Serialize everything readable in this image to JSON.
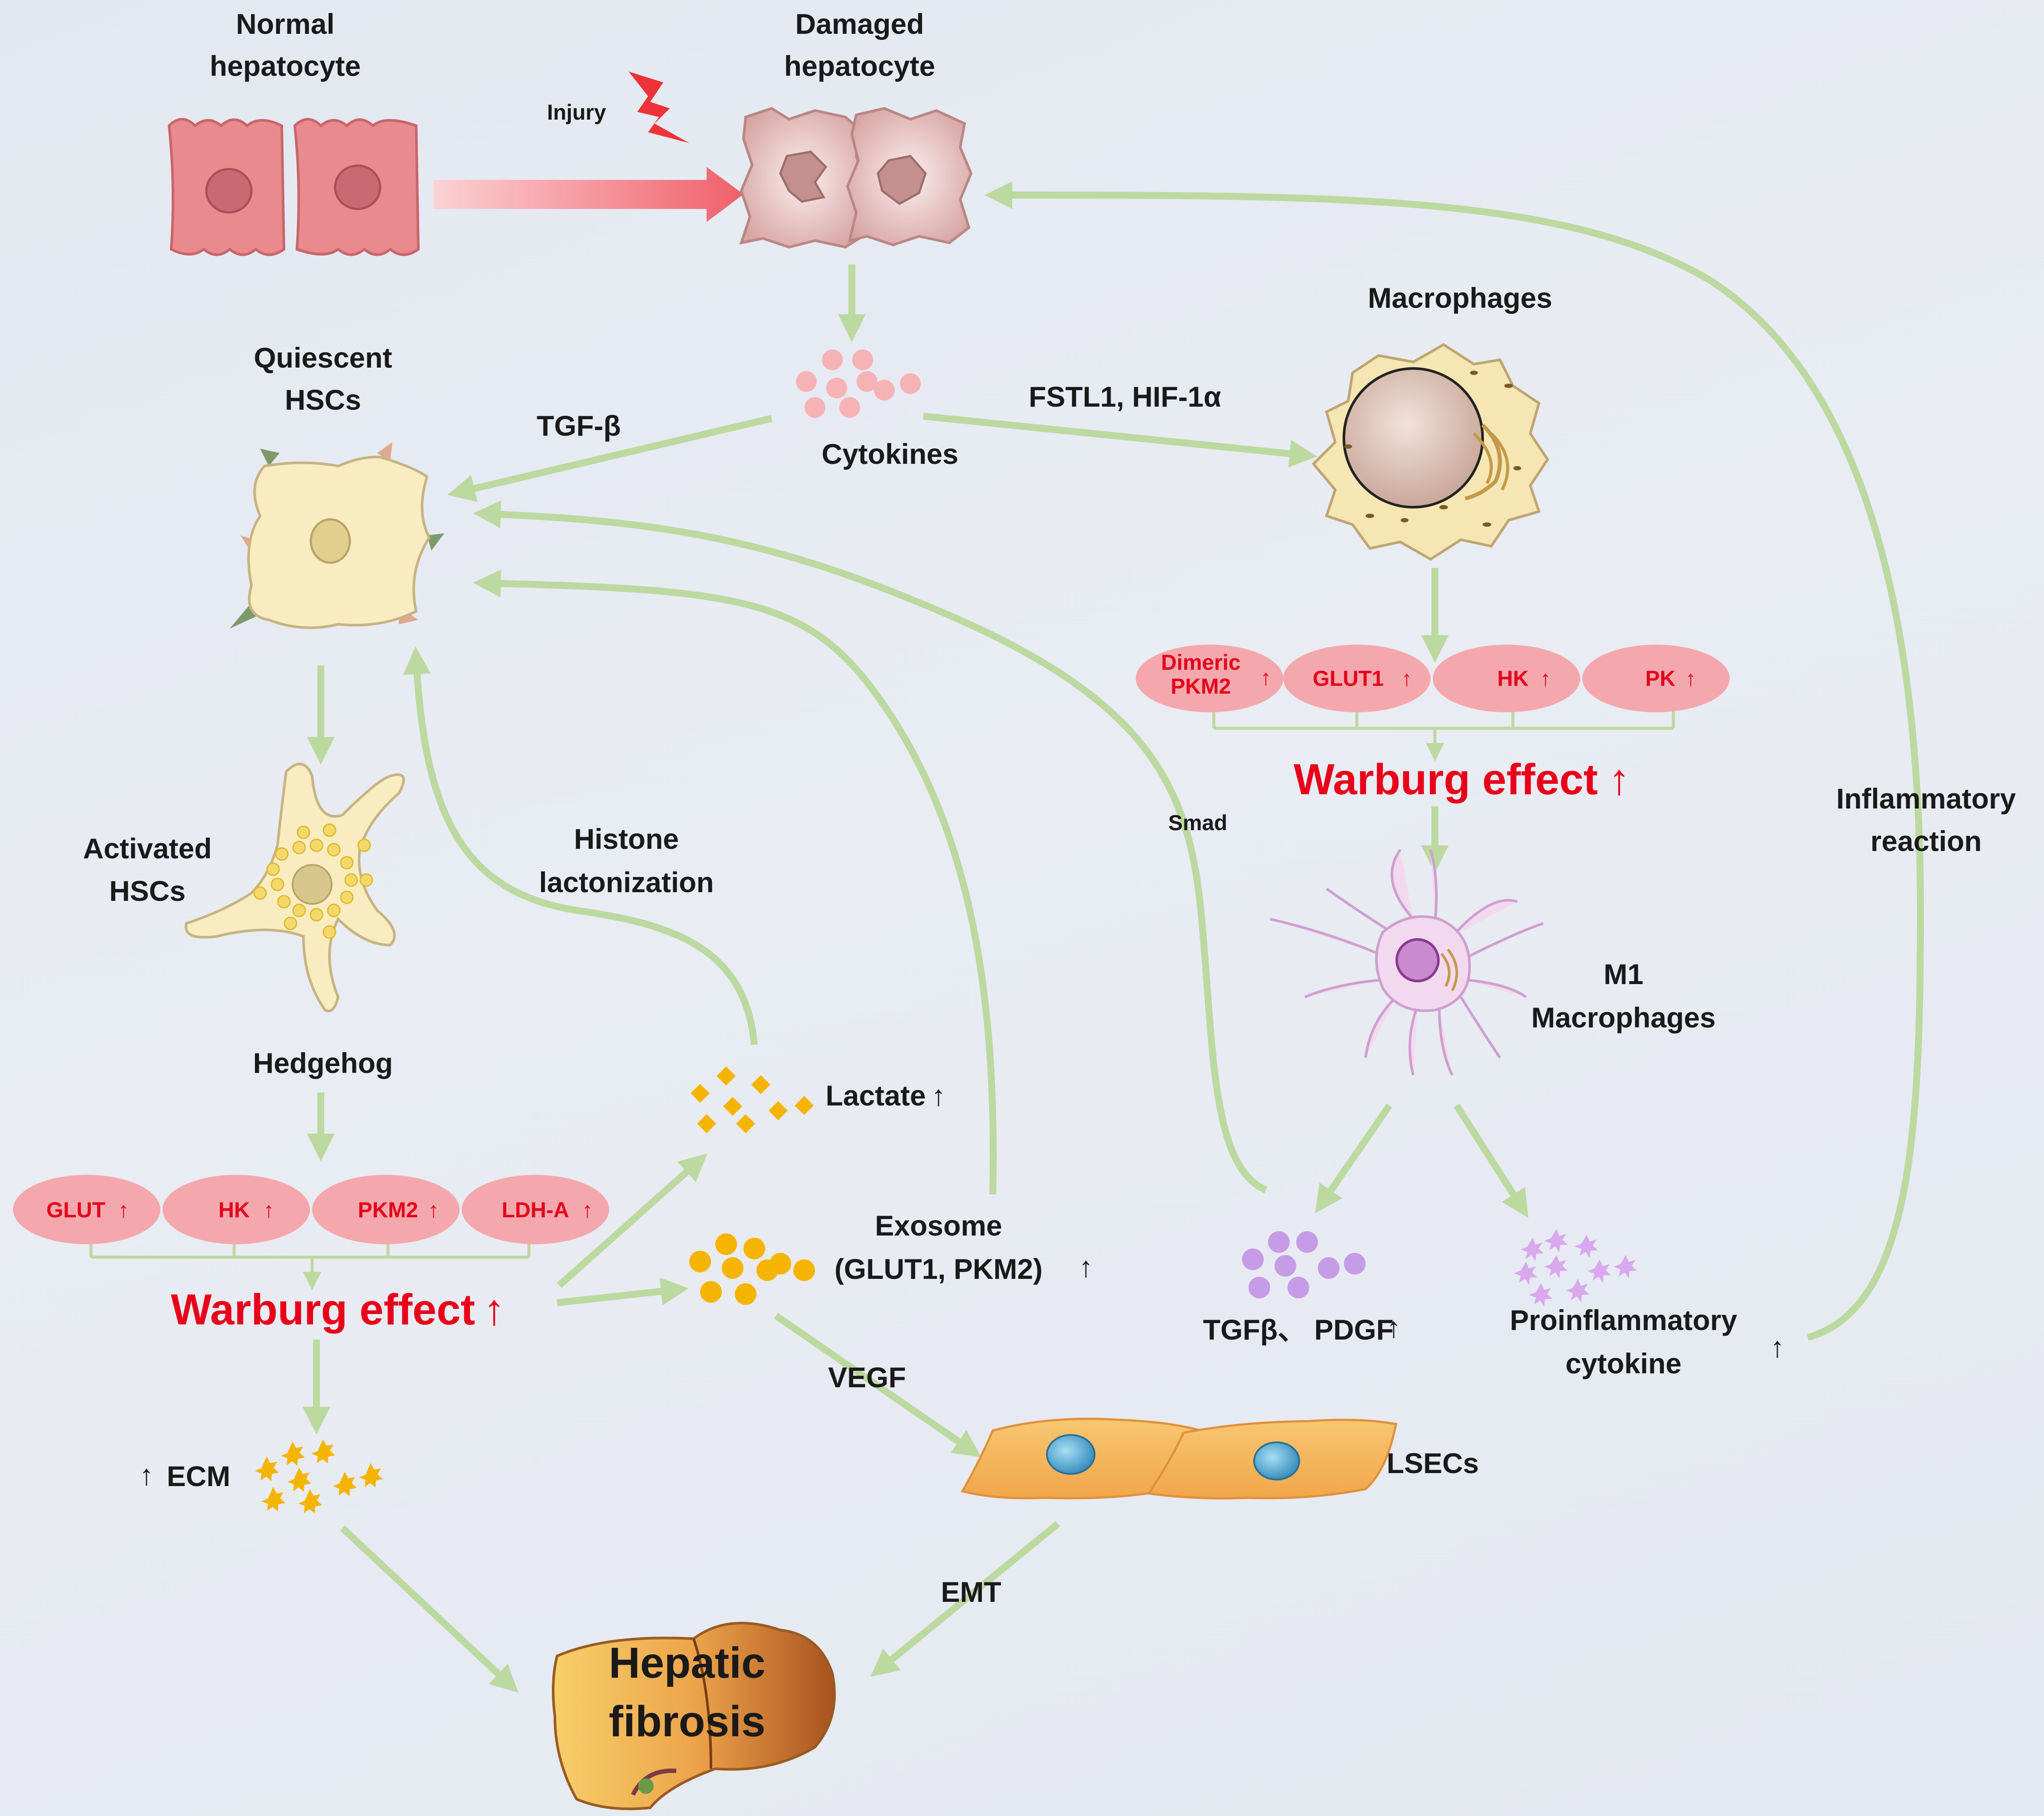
{
  "labels": {
    "normal_hepatocyte": [
      "Normal",
      "hepatocyte"
    ],
    "damaged_hepatocyte": [
      "Damaged",
      "hepatocyte"
    ],
    "injury": "Injury",
    "quiescent_hscs": [
      "Quiescent",
      "HSCs"
    ],
    "cytokines": "Cytokines",
    "tgf_beta": "TGF-β",
    "fstl1_hif": "FSTL1, HIF-1α",
    "macrophages": "Macrophages",
    "activated_hscs": [
      "Activated",
      "HSCs"
    ],
    "histone_lactonization": [
      "Histone",
      "lactonization"
    ],
    "smad": "Smad",
    "inflammatory_reaction": [
      "Inflammatory",
      "reaction"
    ],
    "m1_macrophages": [
      "M1",
      "Macrophages"
    ],
    "hedgehog": "Hedgehog",
    "lactate": "Lactate",
    "exosome": [
      "Exosome",
      "(GLUT1, PKM2)"
    ],
    "tgfb_pdgf": "TGFβ、 PDGF",
    "proinflammatory_cytokine": [
      "Proinflammatory",
      "cytokine"
    ],
    "ecm": "ECM",
    "vegf": "VEGF",
    "lsecs": "LSECs",
    "emt": "EMT",
    "hepatic_fibrosis": [
      "Hepatic",
      "fibrosis"
    ],
    "up_arrow": "↑",
    "warburg_effect": "Warburg effect"
  },
  "enzymes_macrophage": [
    [
      "Dimeric",
      "PKM2"
    ],
    [
      "GLUT1"
    ],
    [
      "HK"
    ],
    [
      "PK"
    ]
  ],
  "enzymes_hsc": [
    [
      "GLUT"
    ],
    [
      "HK"
    ],
    [
      "PKM2"
    ],
    [
      "LDH-A"
    ]
  ],
  "colors": {
    "arrow": "#bcd9a0",
    "enzyme_ellipse": "#f4a8ad",
    "highlight_text": "#e8001a",
    "hepatocyte": "#e98a8f",
    "hsc_body": "#f8ecc0",
    "m1_macrophage": "#f3d9f0",
    "particle_yellow": "#f5b400",
    "particle_pink": "#f6b3b6",
    "particle_purple": "#c69ce6"
  }
}
